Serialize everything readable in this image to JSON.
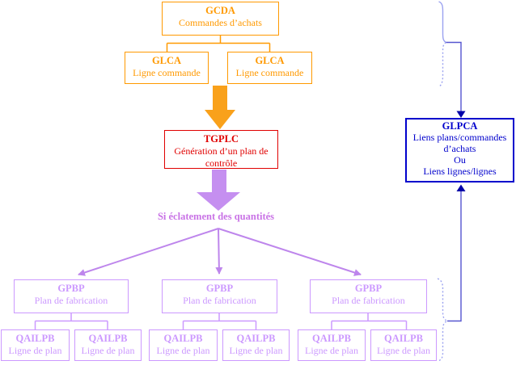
{
  "diagram": {
    "gcda": {
      "code": "GCDA",
      "label": "Commandes d’achats"
    },
    "glca": [
      {
        "code": "GLCA",
        "label": "Ligne commande"
      },
      {
        "code": "GLCA",
        "label": "Ligne commande"
      }
    ],
    "tgplc": {
      "code": "TGPLC",
      "label": "Génération d’un plan de contrôle"
    },
    "glpca": {
      "code": "GLPCA",
      "label_line1": "Liens plans/commandes d’achats",
      "label_line2": "Ou",
      "label_line3": "Liens lignes/lignes"
    },
    "split_condition": "Si éclatement des quantités",
    "gpbp": [
      {
        "code": "GPBP",
        "label": "Plan de fabrication"
      },
      {
        "code": "GPBP",
        "label": "Plan de fabrication"
      },
      {
        "code": "GPBP",
        "label": "Plan de fabrication"
      }
    ],
    "qailpb": [
      {
        "code": "QAILPB",
        "label": "Ligne de plan"
      },
      {
        "code": "QAILPB",
        "label": "Ligne de plan"
      },
      {
        "code": "QAILPB",
        "label": "Ligne de plan"
      },
      {
        "code": "QAILPB",
        "label": "Ligne de plan"
      },
      {
        "code": "QAILPB",
        "label": "Ligne de plan"
      },
      {
        "code": "QAILPB",
        "label": "Ligne de plan"
      }
    ],
    "colors": {
      "orange": "#FF9900",
      "red": "#E00000",
      "purple_box": "#CC99FF",
      "purple_arrow": "#BE86EC",
      "purple_text": "#C973E6",
      "blue_box": "#0000CC",
      "blue_line": "#5555D0",
      "blue_arrowhead": "#0000A8",
      "brace_blue": "#9BA2F0"
    }
  }
}
